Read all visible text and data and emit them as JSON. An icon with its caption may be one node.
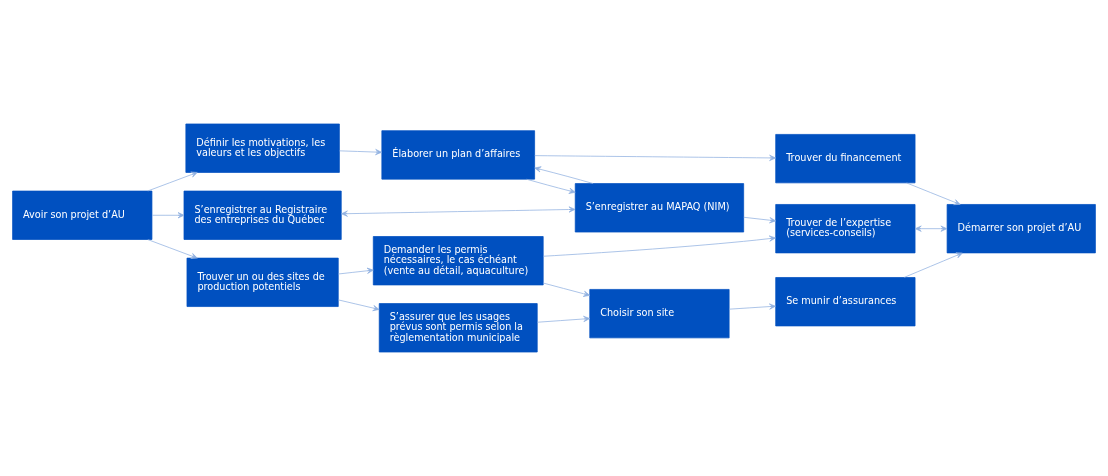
{
  "diagram": {
    "nodes": [
      {
        "text": [
          "Avoir son projet d’AU"
        ]
      },
      {
        "text": [
          "Définir les motivations, les valeurs et les objectifs"
        ]
      },
      {
        "text": [
          "Trouver un ou des sites de production potentiels"
        ]
      },
      {
        "text": [
          "S’enregistrer au Registraire des entreprises du Québec"
        ]
      },
      {
        "text": [
          "S’enregistrer au MAPAQ (NIM)"
        ]
      },
      {
        "text": [
          "Élaborer un plan d’affaires"
        ]
      },
      {
        "text": [
          "S’assurer que les usages prévus sont permis selon la règlementation municipale"
        ]
      },
      {
        "text": [
          "Demander les permis nécessaires, le cas échéant (vente au détail, aquaculture)"
        ]
      },
      {
        "text": [
          "Trouver de l’expertise (services-conseils)"
        ]
      },
      {
        "text": [
          "Trouver du financement"
        ]
      },
      {
        "text": [
          "Choisir son site"
        ]
      },
      {
        "text": [
          "Se munir d’assurances"
        ]
      },
      {
        "text": [
          "Démarrer son projet d’AU"
        ]
      }
    ],
    "edges": [
      {
        "from": 0,
        "to": 2,
        "arrow": "to"
      },
      {
        "from": 0,
        "to": 3,
        "arrow": "to"
      },
      {
        "from": 0,
        "to": 1,
        "arrow": "to"
      },
      {
        "from": 1,
        "to": 5,
        "arrow": "to"
      },
      {
        "from": 3,
        "to": 4,
        "arrow": "both"
      },
      {
        "from": 5,
        "to": 4,
        "arrow": "to"
      },
      {
        "from": 2,
        "to": 6,
        "arrow": "to"
      },
      {
        "from": 2,
        "to": 7,
        "arrow": "to"
      },
      {
        "from": 4,
        "to": 8,
        "arrow": "to"
      },
      {
        "from": 4,
        "to": 5,
        "arrow": "to"
      },
      {
        "from": 5,
        "to": 9,
        "arrow": "to"
      },
      {
        "from": 7,
        "to": 8,
        "arrow": "to"
      },
      {
        "from": 6,
        "to": 10,
        "arrow": "to"
      },
      {
        "from": 7,
        "to": 10,
        "arrow": "to"
      },
      {
        "from": 10,
        "to": 11,
        "arrow": "to"
      },
      {
        "from": 11,
        "to": 12,
        "arrow": "to"
      },
      {
        "from": 8,
        "to": 12,
        "arrow": "both"
      },
      {
        "from": 9,
        "to": 12,
        "arrow": "to"
      }
    ]
  }
}
